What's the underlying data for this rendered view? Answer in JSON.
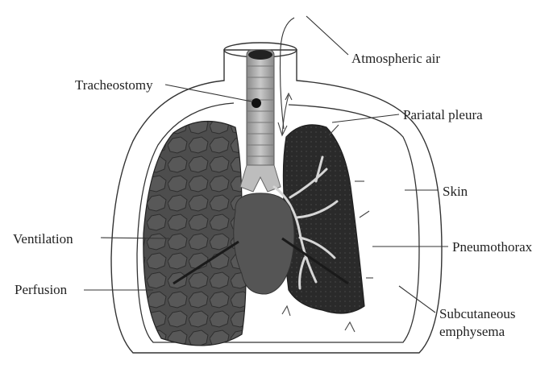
{
  "labels": {
    "atmospheric_air": "Atmospheric air",
    "tracheostomy": "Tracheostomy",
    "pariatal_pleura": "Pariatal pleura",
    "skin": "Skin",
    "ventilation": "Ventilation",
    "pneumothorax": "Pneumothorax",
    "perfusion": "Perfusion",
    "subcutaneous": "Subcutaneous",
    "emphysema": "emphysema"
  },
  "colors": {
    "outline": "#333333",
    "lung_left": "#4a4a4a",
    "lung_collapsed": "#2b2b2b",
    "heart": "#505050",
    "trachea": "#a8a8a8",
    "bronchi": "#d4d4d4"
  }
}
